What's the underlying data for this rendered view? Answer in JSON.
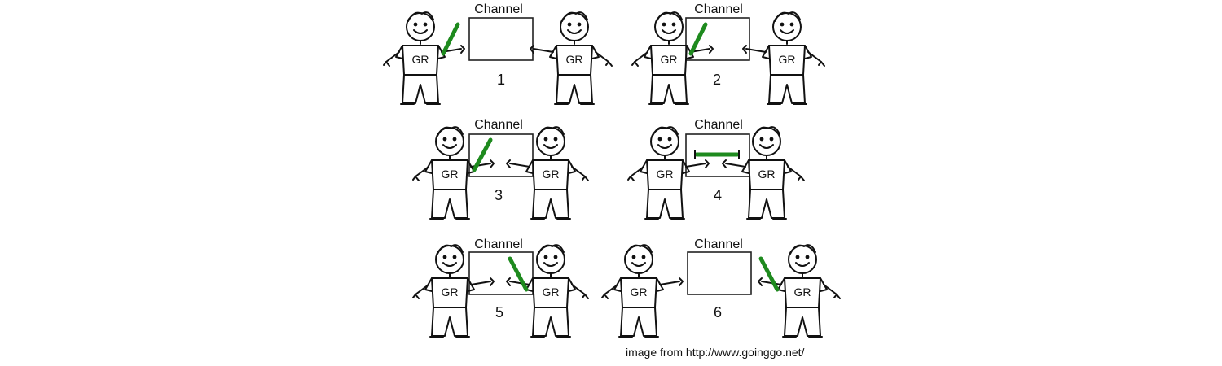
{
  "channel_label": "Channel",
  "shirt_text": "GR",
  "attribution": "image from http://www.goinggo.net/",
  "baton_color": "#1e8a1e",
  "panels": [
    {
      "step": "1"
    },
    {
      "step": "2"
    },
    {
      "step": "3"
    },
    {
      "step": "4"
    },
    {
      "step": "5"
    },
    {
      "step": "6"
    }
  ]
}
